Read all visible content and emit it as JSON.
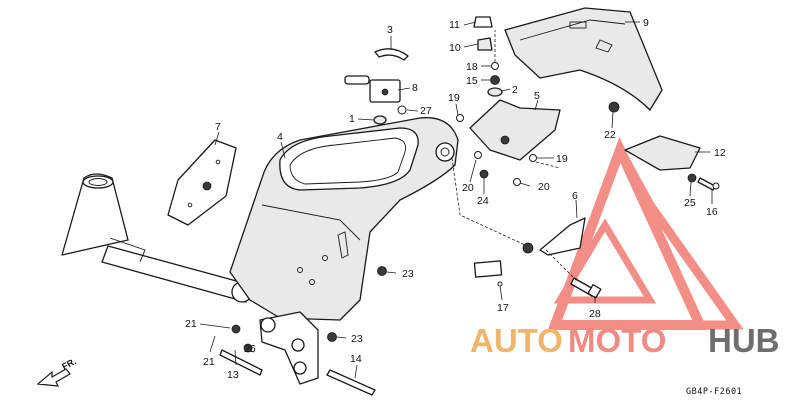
{
  "callouts": {
    "c1": "1",
    "c2": "2",
    "c3": "3",
    "c4": "4",
    "c5": "5",
    "c6": "6",
    "c7": "7",
    "c8": "8",
    "c9": "9",
    "c10": "10",
    "c11": "11",
    "c12": "12",
    "c13": "13",
    "c14": "14",
    "c15": "15",
    "c16": "16",
    "c17": "17",
    "c18": "18",
    "c19a": "19",
    "c19b": "19",
    "c20a": "20",
    "c20b": "20",
    "c21a": "21",
    "c21b": "21",
    "c22": "22",
    "c23a": "23",
    "c23b": "23",
    "c24": "24",
    "c25": "25",
    "c26": "26",
    "c27": "27",
    "c28": "28"
  },
  "direction_label": "FR.",
  "diagram_code": "GB4P-F2601",
  "watermark": {
    "part1": "AUTO",
    "part2": "MOTO",
    "part3": "HUB",
    "colors": {
      "orange": "#f2b36a",
      "red": "#f28a84",
      "gray": "#6e6e6e",
      "triangle": "#f07b72"
    }
  }
}
